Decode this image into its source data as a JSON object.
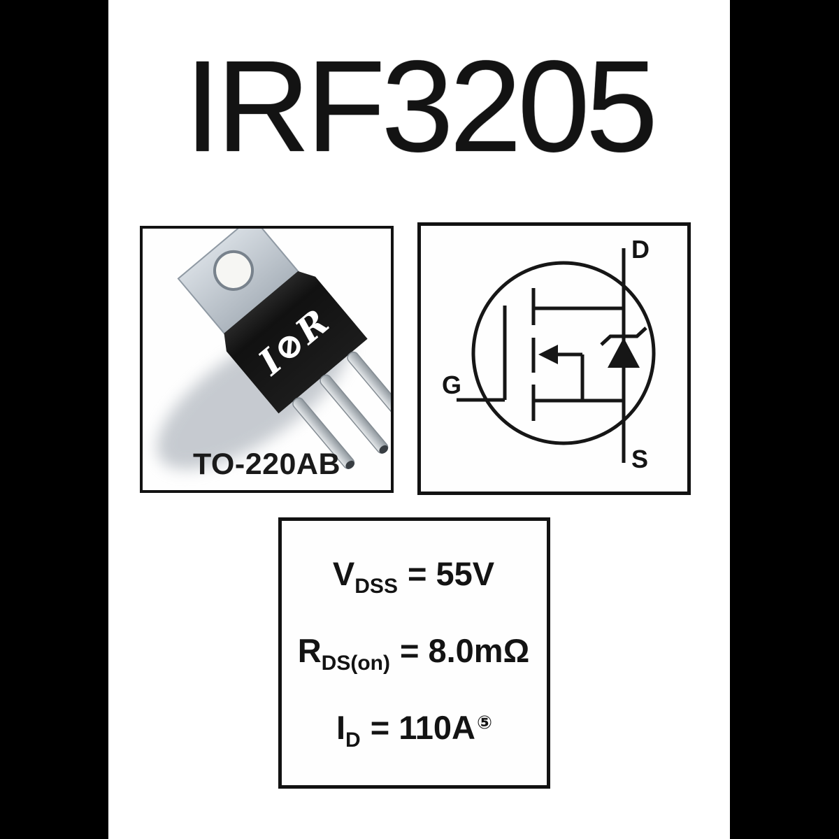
{
  "title": "IRF3205",
  "colors": {
    "side_bars": "#000000",
    "background": "#ffffff",
    "ink": "#161616"
  },
  "package_panel": {
    "label": "TO-220AB",
    "logo_text": "I⊘R"
  },
  "schematic_panel": {
    "drain_label": "D",
    "gate_label": "G",
    "source_label": "S"
  },
  "specs_panel": {
    "lines": [
      {
        "symbol": "V",
        "subscript": "DSS",
        "value": "= 55V",
        "superscript": ""
      },
      {
        "symbol": "R",
        "subscript": "DS(on)",
        "value": "= 8.0mΩ",
        "superscript": ""
      },
      {
        "symbol": "I",
        "subscript": "D",
        "value": "= 110A",
        "superscript": "⑤"
      }
    ]
  }
}
